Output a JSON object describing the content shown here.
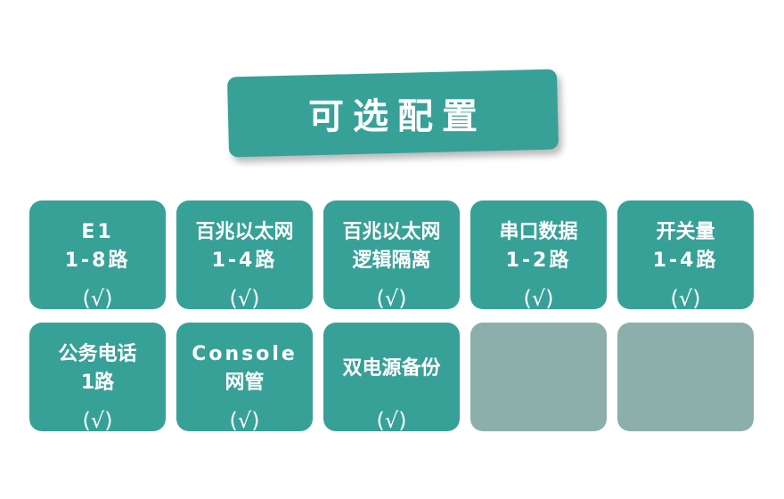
{
  "title": "可选配置",
  "colors": {
    "card_active": "#37a198",
    "card_empty": "#8dafab",
    "text": "#ffffff"
  },
  "options": [
    {
      "lines": [
        "E1",
        "1-8路"
      ],
      "check": "(√)"
    },
    {
      "lines": [
        "百兆以太网",
        "1-4路"
      ],
      "check": "(√)"
    },
    {
      "lines": [
        "百兆以太网",
        "逻辑隔离"
      ],
      "check": "(√)"
    },
    {
      "lines": [
        "串口数据",
        "1-2路"
      ],
      "check": "(√)"
    },
    {
      "lines": [
        "开关量",
        "1-4路"
      ],
      "check": "(√)"
    },
    {
      "lines": [
        "公务电话",
        "1路"
      ],
      "check": "(√)"
    },
    {
      "lines": [
        "Console",
        "网管"
      ],
      "check": "(√)"
    },
    {
      "lines": [
        "双电源备份"
      ],
      "check": "(√)"
    }
  ]
}
